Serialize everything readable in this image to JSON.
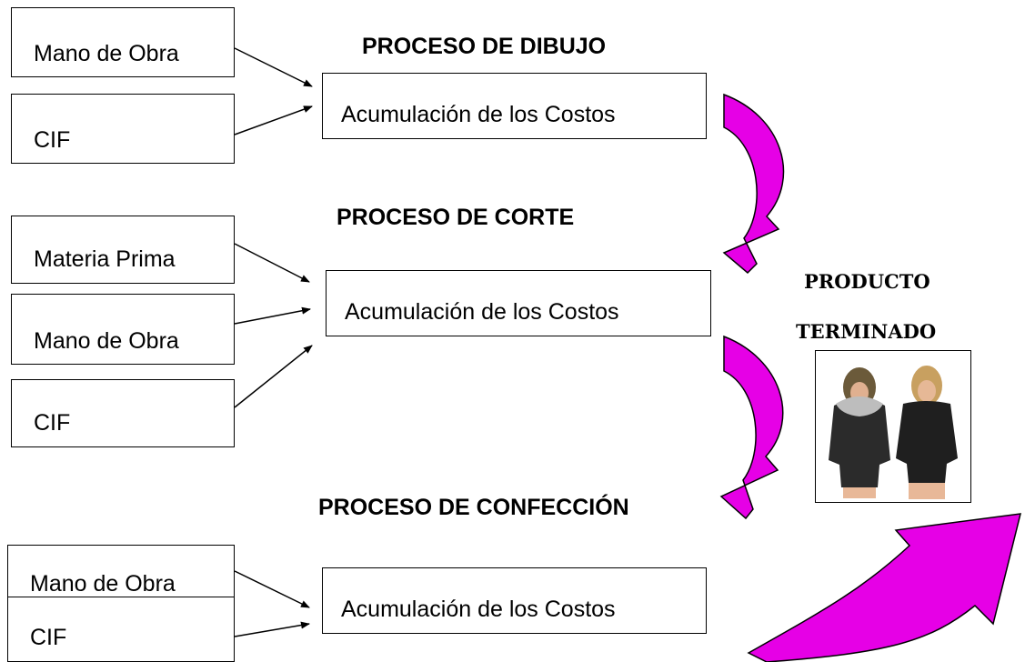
{
  "stages": [
    {
      "title": "PROCESO DE DIBUJO",
      "inputs": [
        "Mano de Obra",
        "CIF"
      ],
      "accumulation": "Acumulación de los Costos"
    },
    {
      "title": "PROCESO DE CORTE",
      "inputs": [
        "Materia Prima",
        "Mano de Obra",
        "CIF"
      ],
      "accumulation": "Acumulación de los Costos"
    },
    {
      "title": "PROCESO DE CONFECCIÓN",
      "inputs": [
        "Mano de Obra",
        "CIF"
      ],
      "accumulation": "Acumulación de los Costos"
    }
  ],
  "product": {
    "line1": "PRODUCTO",
    "line2": "TERMINADO"
  },
  "colors": {
    "curved_arrow_fill": "#e600e6",
    "stroke": "#000000"
  }
}
